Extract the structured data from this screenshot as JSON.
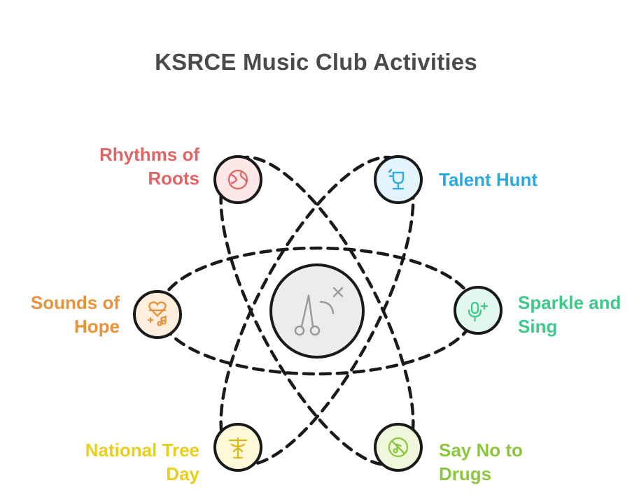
{
  "title": "KSRCE Music Club Activities",
  "center": {
    "icon": "scissors-sparkle-icon"
  },
  "activities": [
    {
      "line1": "Rhythms of",
      "line2": "Roots",
      "color": "#e06666",
      "fill": "#fde7e7",
      "icon": "globe-icon"
    },
    {
      "line1": "Talent Hunt",
      "line2": "",
      "color": "#29a9e0",
      "fill": "#e3f4fd",
      "icon": "trophy-icon"
    },
    {
      "line1": "Sounds of",
      "line2": "Hope",
      "color": "#e8923a",
      "fill": "#fdeede",
      "icon": "heart-music-icon"
    },
    {
      "line1": "Sparkle and",
      "line2": "Sing",
      "color": "#3ec98a",
      "fill": "#e2f8ee",
      "icon": "microphone-sparkle-icon"
    },
    {
      "line1": "National Tree",
      "line2": "Day",
      "color": "#e8cf1f",
      "fill": "#fdf8d8",
      "icon": "tree-icon"
    },
    {
      "line1": "Say No to",
      "line2": "Drugs",
      "color": "#8cc63f",
      "fill": "#eef7dc",
      "icon": "no-drugs-icon"
    }
  ]
}
